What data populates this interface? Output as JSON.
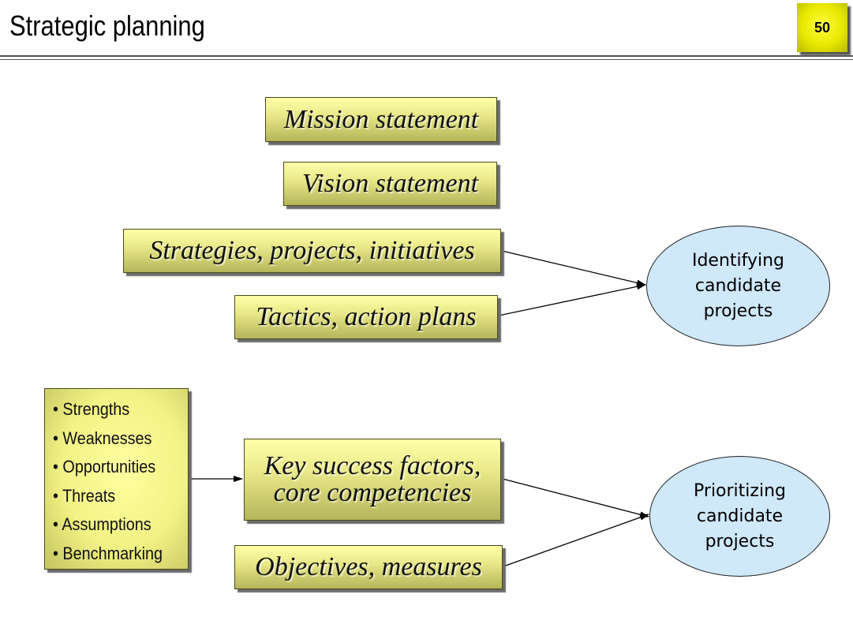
{
  "header": {
    "title": "Strategic planning",
    "page_number": "50"
  },
  "boxes": {
    "mission": "Mission statement",
    "vision": "Vision statement",
    "strategies": "Strategies, projects, initiatives",
    "tactics": "Tactics, action plans",
    "key_success_line1": "Key success factors,",
    "key_success_line2": "core competencies",
    "objectives": "Objectives, measures"
  },
  "swot_items": [
    "• Strengths",
    "• Weaknesses",
    "• Opportunities",
    "• Threats",
    "• Assumptions",
    "• Benchmarking"
  ],
  "ellipses": {
    "identifying": [
      "Identifying",
      "candidate",
      "projects"
    ],
    "prioritizing": [
      "Prioritizing",
      "candidate",
      "projects"
    ]
  },
  "colors": {
    "box_fill": "#e9e98a",
    "ellipse_fill": "#cfe8fa",
    "page_badge": "#e8e800"
  }
}
